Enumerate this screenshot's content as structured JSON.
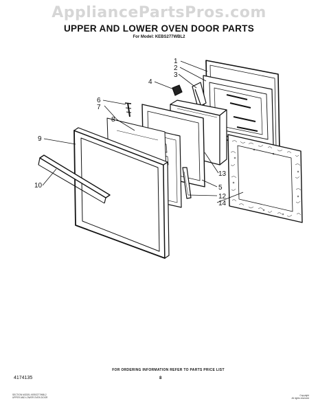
{
  "watermark": "AppliancePartsPros.com",
  "title": "UPPER AND LOWER OVEN DOOR PARTS",
  "model": "For Model: KEBS277WBL2",
  "ordering_note": "FOR ORDERING INFORMATION REFER TO PARTS PRICE LIST",
  "document_number": "4174135",
  "page_number": "8",
  "footer_left": [
    "SECTION MODEL KEBS277WBL2",
    "UPPER AND LOWER OVEN DOOR"
  ],
  "footer_right": [
    "Copyright",
    "All rights reserved"
  ],
  "callouts": [
    "1",
    "2",
    "3",
    "4",
    "5",
    "6",
    "7",
    "8",
    "9",
    "10",
    "12",
    "13",
    "14"
  ],
  "colors": {
    "ink": "#111111",
    "watermark": "#d6d6d6",
    "background": "#ffffff"
  }
}
